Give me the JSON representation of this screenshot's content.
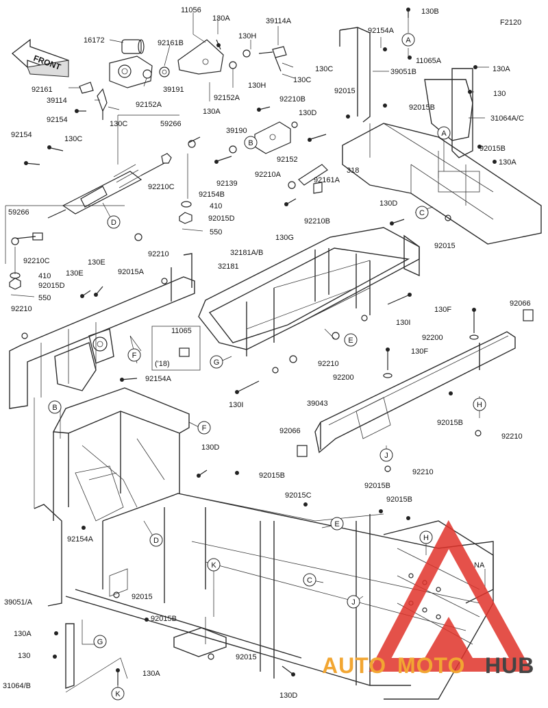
{
  "diagram_code": "F2120",
  "front_label": "FRONT",
  "year_note": "('18)",
  "watermark": {
    "text_1": "AUTO",
    "text_2": "MOTO",
    "text_3": "HUB",
    "color_red": "#e0332a",
    "color_orange": "#f2a632",
    "color_grey": "#444444"
  },
  "part_labels": [
    "11056",
    "130A",
    "39114A",
    "130B",
    "F2120",
    "16172",
    "92161B",
    "130H",
    "92154A",
    "11065A",
    "130A",
    "130C",
    "130C",
    "39051B",
    "92161",
    "92152A",
    "39191",
    "92152A",
    "130H",
    "92015",
    "130",
    "39114",
    "92210B",
    "92015B",
    "130C",
    "130A",
    "130D",
    "31064A/C",
    "130C",
    "92154",
    "59266",
    "39190",
    "92015B",
    "92154",
    "92139",
    "92210A",
    "92152",
    "318",
    "130A",
    "92210C",
    "92161A",
    "92154B",
    "410",
    "92210B",
    "130D",
    "59266",
    "92015D",
    "130G",
    "550",
    "92015",
    "92210C",
    "32181A/B",
    "92015A",
    "92210",
    "130E",
    "32181",
    "410",
    "130E",
    "92015D",
    "550",
    "130I",
    "92210",
    "92066",
    "130F",
    "92200",
    "11065",
    "130F",
    "92210",
    "92154A",
    "92200",
    "39043",
    "130I",
    "92015B",
    "92066",
    "92210",
    "92210",
    "130D",
    "92015B",
    "92015C",
    "92015B",
    "92015B",
    "92154A",
    "NA",
    "92015",
    "39051/A",
    "92015B",
    "130A",
    "130",
    "92015",
    "130A",
    "31064/B",
    "130D"
  ],
  "callouts": [
    "A",
    "A",
    "B",
    "B",
    "C",
    "C",
    "D",
    "D",
    "E",
    "E",
    "F",
    "F",
    "G",
    "G",
    "H",
    "H",
    "J",
    "J",
    "K",
    "K"
  ]
}
